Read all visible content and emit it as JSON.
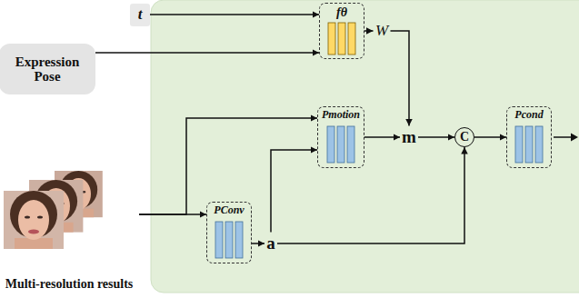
{
  "diagram": {
    "nodes": [
      {
        "text": [
          "t"
        ]
      },
      {
        "text": [
          "Expression Pose"
        ]
      },
      {
        "text": [
          "fθ"
        ]
      },
      {
        "text": [
          "W"
        ]
      },
      {
        "text": [
          "Pmotion"
        ]
      },
      {
        "text": [
          "m"
        ]
      },
      {
        "text": [
          "C"
        ]
      },
      {
        "text": [
          "Pcond"
        ]
      },
      {
        "text": [
          "Multi-resolution results"
        ]
      },
      {
        "text": [
          "PConv"
        ]
      },
      {
        "text": [
          "a"
        ]
      }
    ],
    "edges": [
      {
        "from": 0,
        "to": 2,
        "arrow": "to"
      },
      {
        "from": 1,
        "to": 2,
        "arrow": "to"
      },
      {
        "from": 2,
        "to": 3,
        "arrow": "to"
      },
      {
        "from": 3,
        "to": 5,
        "arrow": "to"
      },
      {
        "from": 8,
        "to": 9,
        "arrow": "to"
      },
      {
        "from": 8,
        "to": 4,
        "arrow": "to"
      },
      {
        "from": 9,
        "to": 10,
        "arrow": "to"
      },
      {
        "from": 10,
        "to": 4,
        "arrow": "to"
      },
      {
        "from": 4,
        "to": 5,
        "arrow": "to"
      },
      {
        "from": 5,
        "to": 6,
        "arrow": "to"
      },
      {
        "from": 10,
        "to": 6,
        "arrow": "to"
      },
      {
        "from": 6,
        "to": 7,
        "arrow": "to"
      }
    ]
  }
}
